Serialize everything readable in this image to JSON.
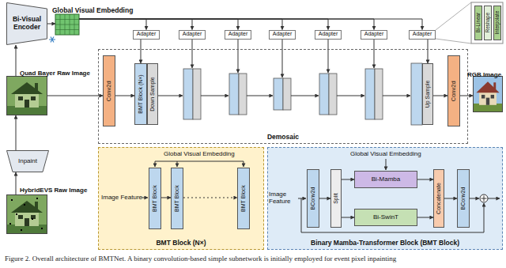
{
  "diagram": {
    "caption": "Figure 2. Overall architecture of BMTNet. A binary convolution-based simple subnetwork is initially employed for event pixel inpainting",
    "nodes": [
      {
        "text": [
          "Bi-Visual Encoder"
        ]
      },
      {
        "text": [
          "Global Visual Embedding"
        ]
      },
      {
        "text": [
          "Adapter"
        ]
      },
      {
        "text": [
          "Adapter"
        ]
      },
      {
        "text": [
          "Adapter"
        ]
      },
      {
        "text": [
          "Adapter"
        ]
      },
      {
        "text": [
          "Adapter"
        ]
      },
      {
        "text": [
          "Adapter"
        ]
      },
      {
        "text": [
          "Adapter"
        ]
      },
      {
        "text": [
          "Bi-Linear"
        ]
      },
      {
        "text": [
          "Reshape"
        ]
      },
      {
        "text": [
          "Interpolate"
        ]
      },
      {
        "text": [
          "Quad Bayer Raw Image"
        ]
      },
      {
        "text": [
          "Inpaint"
        ]
      },
      {
        "text": [
          "HybridEVS Raw Image"
        ]
      },
      {
        "text": [
          "Demosaic"
        ]
      },
      {
        "text": [
          "Conv2d"
        ],
        "in": 15
      },
      {
        "text": [
          "BMT Block (N×)"
        ],
        "in": 15
      },
      {
        "text": [
          "Down Sample"
        ],
        "in": 15
      },
      {
        "text": [
          "Up Sample"
        ],
        "in": 15
      },
      {
        "text": [
          "Conv2d"
        ],
        "in": 15
      },
      {
        "text": [
          "RGB Image"
        ]
      },
      {
        "text": [
          "BMT Block (N×)"
        ]
      },
      {
        "text": [
          "BMT Block"
        ],
        "in": 22
      },
      {
        "text": [
          "BMT Block"
        ],
        "in": 22
      },
      {
        "text": [
          "BMT Block"
        ],
        "in": 22
      },
      {
        "text": [
          "Binary Mamba-Transformer Block (BMT Block)"
        ]
      },
      {
        "text": [
          "BConv2d"
        ],
        "in": 26
      },
      {
        "text": [
          "Split"
        ],
        "in": 26
      },
      {
        "text": [
          "Bi-Mamba"
        ],
        "in": 26
      },
      {
        "text": [
          "Bi-SwinT"
        ],
        "in": 26
      },
      {
        "text": [
          "Concatenate"
        ],
        "in": 26
      },
      {
        "text": [
          "BConv2d"
        ],
        "in": 26
      }
    ],
    "edges": [
      {
        "from": 12,
        "to": 0,
        "arrow": "to"
      },
      {
        "from": 0,
        "to": 1,
        "arrow": "to"
      },
      {
        "from": 1,
        "to": 2,
        "arrow": "to"
      },
      {
        "from": 1,
        "to": 3,
        "arrow": "to"
      },
      {
        "from": 1,
        "to": 4,
        "arrow": "to"
      },
      {
        "from": 1,
        "to": 5,
        "arrow": "to"
      },
      {
        "from": 1,
        "to": 6,
        "arrow": "to"
      },
      {
        "from": 1,
        "to": 7,
        "arrow": "to"
      },
      {
        "from": 1,
        "to": 8,
        "arrow": "to"
      },
      {
        "from": 2,
        "to": 17,
        "arrow": "to"
      },
      {
        "from": 8,
        "to": 19,
        "arrow": "to"
      },
      {
        "from": 14,
        "to": 13,
        "arrow": "to"
      },
      {
        "from": 13,
        "to": 12,
        "arrow": "to"
      },
      {
        "from": 12,
        "to": 16,
        "arrow": "to"
      },
      {
        "from": 16,
        "to": 17,
        "arrow": "to"
      },
      {
        "from": 19,
        "to": 20,
        "arrow": "to"
      },
      {
        "from": 20,
        "to": 21,
        "arrow": "to"
      },
      {
        "from": 23,
        "to": 24,
        "arrow": "to"
      },
      {
        "from": 24,
        "to": 25,
        "arrow": "to"
      },
      {
        "from": 27,
        "to": 28,
        "arrow": "to"
      },
      {
        "from": 28,
        "to": 29,
        "arrow": "to"
      },
      {
        "from": 28,
        "to": 30,
        "arrow": "to"
      },
      {
        "from": 29,
        "to": 31,
        "arrow": "to"
      },
      {
        "from": 30,
        "to": 31,
        "arrow": "to"
      },
      {
        "from": 31,
        "to": 32,
        "arrow": "to"
      }
    ],
    "labels": [
      "Global Visual Embedding",
      "Image Feature",
      "Global Visual Embedding",
      "Image Feature"
    ]
  }
}
